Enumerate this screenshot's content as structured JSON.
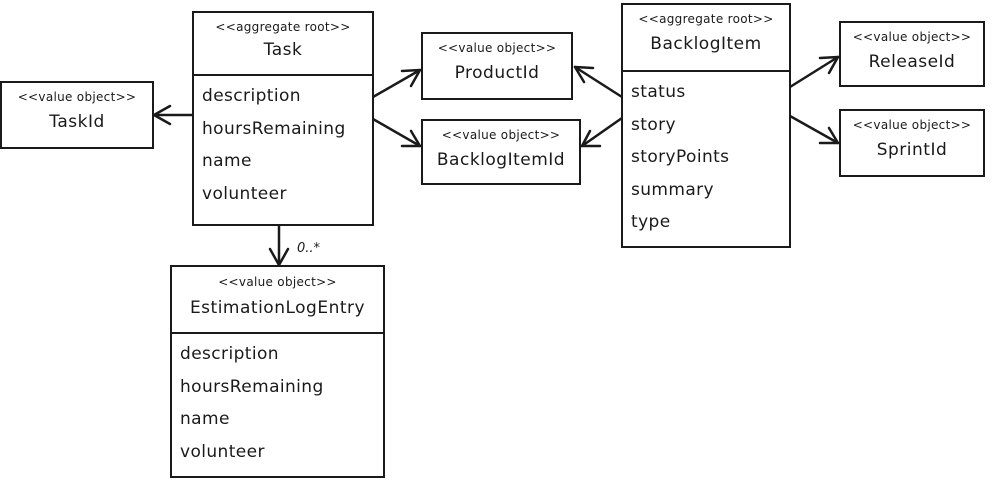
{
  "task": {
    "stereotype": "<<aggregate root>>",
    "name": "Task",
    "attributes": [
      "description",
      "hoursRemaining",
      "name",
      "volunteer"
    ]
  },
  "task_id": {
    "stereotype": "<<value object>>",
    "name": "TaskId"
  },
  "product_id": {
    "stereotype": "<<value object>>",
    "name": "ProductId"
  },
  "backlog_item_id": {
    "stereotype": "<<value object>>",
    "name": "BacklogItemId"
  },
  "backlog_item": {
    "stereotype": "<<aggregate root>>",
    "name": "BacklogItem",
    "attributes": [
      "status",
      "story",
      "storyPoints",
      "summary",
      "type"
    ]
  },
  "release_id": {
    "stereotype": "<<value object>>",
    "name": "ReleaseId"
  },
  "sprint_id": {
    "stereotype": "<<value object>>",
    "name": "SprintId"
  },
  "estimation_log_entry": {
    "stereotype": "<<value object>>",
    "name": "EstimationLogEntry",
    "attributes": [
      "description",
      "hoursRemaining",
      "name",
      "volunteer"
    ]
  },
  "task_to_log_multiplicity": "0..*",
  "colors": {
    "line": "#1a1a1a",
    "background": "#ffffff"
  }
}
